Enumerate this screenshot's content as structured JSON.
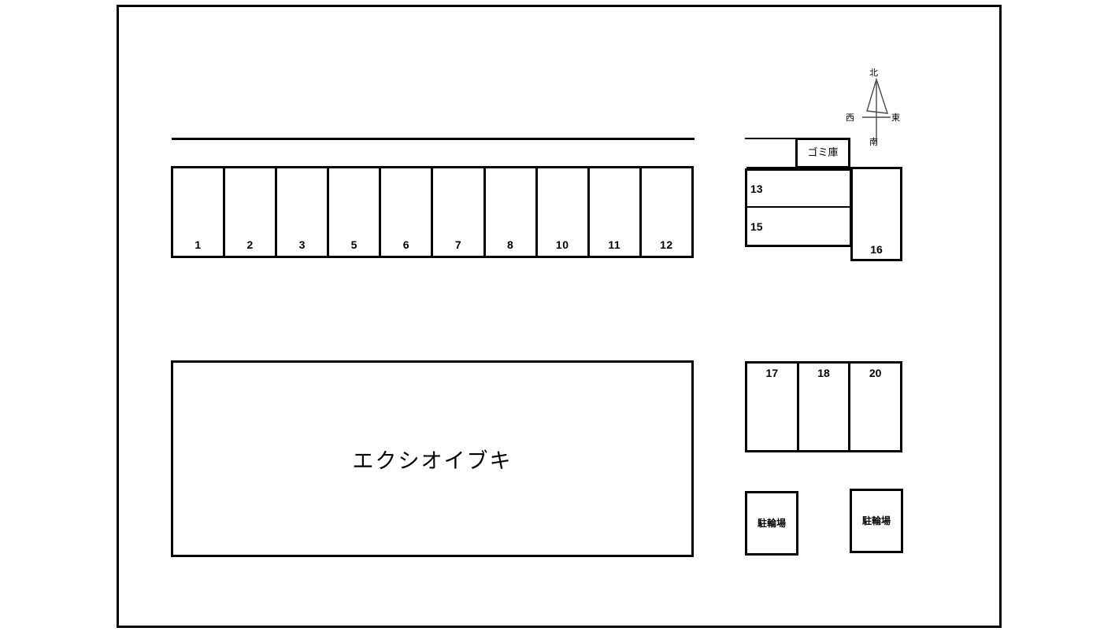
{
  "diagram": {
    "title": "エクシオイブキ",
    "building_label": "エクシオイブキ",
    "trash_label": "ゴミ庫",
    "bike_label_1": "駐輪場",
    "bike_label_2": "駐輪場",
    "line_color": "#000000",
    "background_color": "#ffffff"
  },
  "top_row": {
    "stalls": [
      {
        "label": "1"
      },
      {
        "label": "2"
      },
      {
        "label": "3"
      },
      {
        "label": "5"
      },
      {
        "label": "6"
      },
      {
        "label": "7"
      },
      {
        "label": "8"
      },
      {
        "label": "10"
      },
      {
        "label": "11"
      },
      {
        "label": "12"
      }
    ]
  },
  "right_upper": {
    "stack": [
      {
        "label": "13"
      },
      {
        "label": "15"
      }
    ],
    "side": {
      "label": "16"
    }
  },
  "right_lower": {
    "cells": [
      {
        "label": "17"
      },
      {
        "label": "18"
      },
      {
        "label": "20"
      }
    ]
  },
  "compass": {
    "north": "北",
    "south": "南",
    "west": "西",
    "east": "東"
  }
}
